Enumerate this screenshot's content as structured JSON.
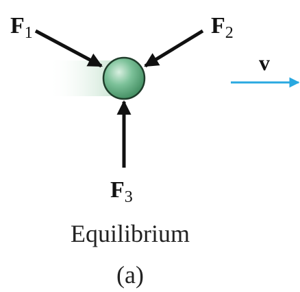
{
  "forces": [
    {
      "symbol": "F",
      "subscript": "1"
    },
    {
      "symbol": "F",
      "subscript": "2"
    },
    {
      "symbol": "F",
      "subscript": "3"
    }
  ],
  "velocity": {
    "symbol": "v"
  },
  "caption": "Equilibrium",
  "part_label": "(a)",
  "colors": {
    "arrow": "#111111",
    "particle": "#6fb48a",
    "particle_edge": "#1f3d2b",
    "trail": "#b9dcc4",
    "velocity": "#29a8e0"
  }
}
